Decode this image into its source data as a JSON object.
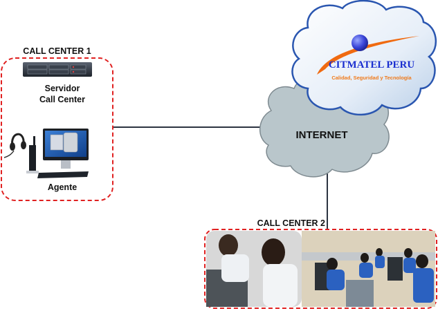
{
  "call_center_1": {
    "title": "CALL CENTER 1",
    "server_label_line1": "Servidor",
    "server_label_line2": "Call Center",
    "agent_label": "Agente"
  },
  "internet": {
    "label": "INTERNET"
  },
  "provider": {
    "name": "CITMATEL PERU",
    "slogan": "Calidad, Seguridad y Tecnología"
  },
  "call_center_2": {
    "title": "CALL CENTER 2"
  },
  "colors": {
    "dashed_border": "#e02020",
    "internet_cloud": "#b9c6cb",
    "provider_cloud_outline": "#2a56b0",
    "brand_text": "#1a2fd0",
    "slogan_text": "#f07a1a",
    "swoosh": "#f06a10",
    "connector": "#2b3340"
  }
}
